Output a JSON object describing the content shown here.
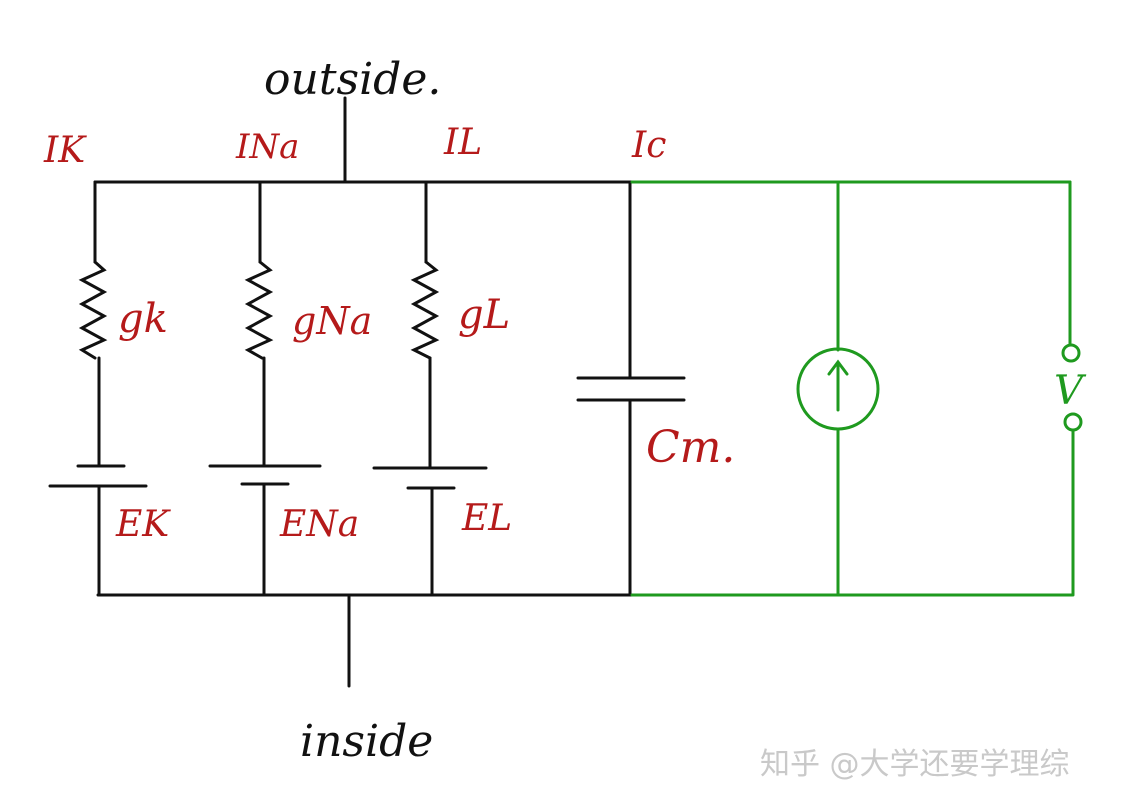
{
  "labels": {
    "outside": "outside.",
    "inside": "inside",
    "I_K": "IK",
    "I_Na": "INa",
    "I_L": "IL",
    "I_C": "Ic",
    "g_K": "gk",
    "g_Na": "gNa",
    "g_L": "gL",
    "E_K": "EK",
    "E_Na": "ENa",
    "E_L": "EL",
    "C_m": "Cm.",
    "V": "V"
  },
  "watermark": "知乎 @大学还要学理综",
  "colors": {
    "annotation": "#b51a1a",
    "circuit": "#111111",
    "measurement": "#1f9a1f",
    "watermark": "#c9c9c9"
  }
}
